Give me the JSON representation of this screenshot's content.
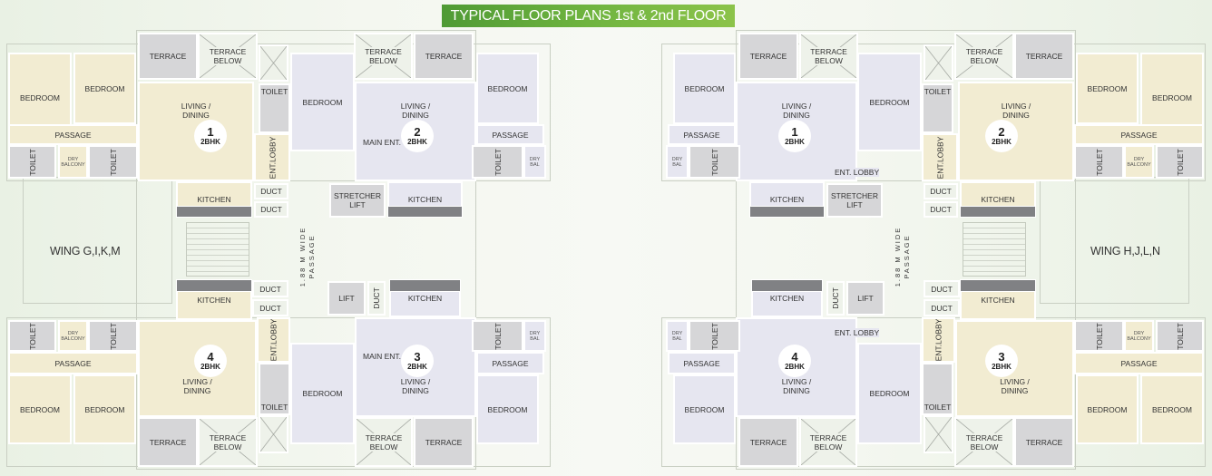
{
  "title": "TYPICAL FLOOR PLANS 1st & 2nd FLOOR",
  "colors": {
    "unit_beige": "#f2ecd2",
    "unit_lavender": "#e6e6f0",
    "wet_area_gray": "#d6d6d8",
    "title_green": "#6fb43f"
  },
  "left_half": {
    "wing": "WING G,I,K,M",
    "passage": [
      "1.88 M WIDE",
      "PASSAGE"
    ],
    "main_entrances": [
      "MAIN ENT.",
      "MAIN ENT."
    ],
    "units": [
      {
        "number": "1",
        "type": "2BHK"
      },
      {
        "number": "2",
        "type": "2BHK"
      },
      {
        "number": "4",
        "type": "2BHK"
      },
      {
        "number": "3",
        "type": "2BHK"
      }
    ],
    "rooms": [
      "TERRACE",
      "TERRACE BELOW",
      "",
      "BEDROOM",
      "BEDROOM",
      "LIVING / DINING",
      "PASSAGE",
      "TOILET",
      "DRY BALCONY",
      "TOILET",
      "KITCHEN",
      "",
      "TOILET",
      "ENT.LOBBY",
      "DUCT",
      "DUCT",
      "BEDROOM",
      "TERRACE BELOW",
      "TERRACE",
      "LIVING / DINING",
      "KITCHEN",
      "",
      "BEDROOM",
      "PASSAGE",
      "TOILET",
      "DRY BAL",
      "STRETCHER LIFT",
      "KITCHEN",
      "",
      "DUCT",
      "DUCT",
      "TOILET",
      "DRY BALCONY",
      "TOILET",
      "PASSAGE",
      "BEDROOM",
      "BEDROOM",
      "LIVING / DINING",
      "ENT.LOBBY",
      "TOILET",
      "TERRACE",
      "TERRACE BELOW",
      "",
      "BEDROOM",
      "LIVING / DINING",
      "KITCHEN",
      "",
      "LIFT",
      "DUCT",
      "TOILET",
      "DRY BAL",
      "PASSAGE",
      "BEDROOM",
      "TERRACE BELOW",
      "TERRACE"
    ]
  },
  "right_half": {
    "wing": "WING H,J,L,N",
    "passage": [
      "1.88 M WIDE",
      "PASSAGE"
    ],
    "ent_lobbies": [
      "ENT. LOBBY",
      "ENT. LOBBY"
    ],
    "units": [
      {
        "number": "2",
        "type": "2BHK"
      },
      {
        "number": "1",
        "type": "2BHK"
      },
      {
        "number": "3",
        "type": "2BHK"
      },
      {
        "number": "4",
        "type": "2BHK"
      }
    ],
    "rooms": [
      "TERRACE",
      "TERRACE BELOW",
      "",
      "BEDROOM",
      "BEDROOM",
      "LIVING / DINING",
      "PASSAGE",
      "TOILET",
      "DRY BALCONY",
      "TOILET",
      "KITCHEN",
      "",
      "TOILET",
      "ENT.LOBBY",
      "DUCT",
      "DUCT",
      "BEDROOM",
      "TERRACE BELOW",
      "TERRACE",
      "LIVING / DINING",
      "KITCHEN",
      "",
      "BEDROOM",
      "PASSAGE",
      "TOILET",
      "DRY BAL",
      "STRETCHER LIFT",
      "KITCHEN",
      "",
      "DUCT",
      "DUCT",
      "TOILET",
      "DRY BALCONY",
      "TOILET",
      "PASSAGE",
      "BEDROOM",
      "BEDROOM",
      "LIVING / DINING",
      "ENT.LOBBY",
      "TOILET",
      "TERRACE",
      "TERRACE BELOW",
      "",
      "BEDROOM",
      "LIVING / DINING",
      "KITCHEN",
      "",
      "LIFT",
      "DUCT",
      "TOILET",
      "DRY BAL",
      "PASSAGE",
      "BEDROOM",
      "TERRACE BELOW",
      "TERRACE"
    ]
  }
}
